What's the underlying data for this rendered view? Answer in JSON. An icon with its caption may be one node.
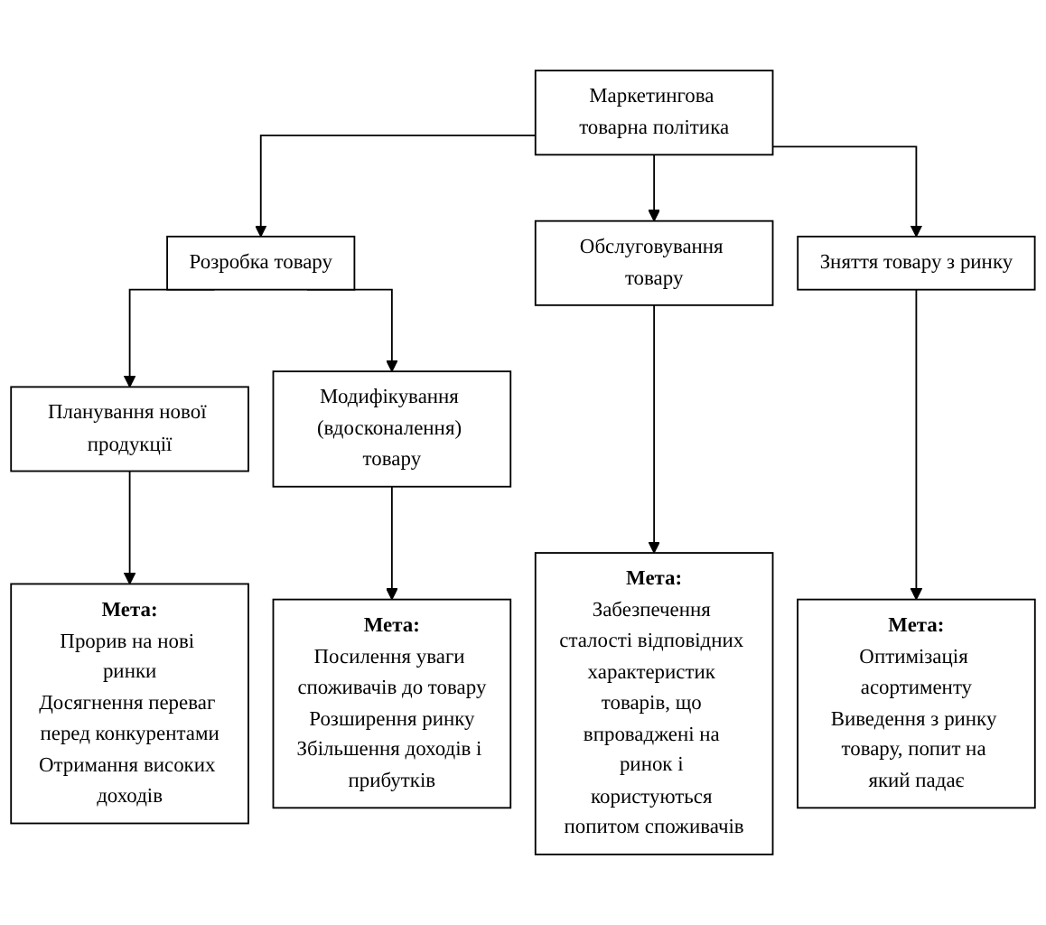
{
  "diagram": {
    "nodes": [
      {
        "text": [
          "Маркетингова товарна політика"
        ]
      },
      {
        "text": [
          "Розробка товару"
        ]
      },
      {
        "text": [
          "Обслуговування товару"
        ]
      },
      {
        "text": [
          "Зняття товару з ринку"
        ]
      },
      {
        "text": [
          "Планування нової продукції"
        ]
      },
      {
        "text": [
          "Модифікування (вдосконалення) товару"
        ]
      },
      {
        "text": [
          "Мета:",
          "Прорив на нові ринки",
          "Досягнення переваг перед конкурентами",
          "Отримання високих доходів"
        ]
      },
      {
        "text": [
          "Мета:",
          "Посилення уваги споживачів до товару",
          "Розширення ринку",
          "Збільшення доходів і прибутків"
        ]
      },
      {
        "text": [
          "Мета:",
          "Забезпечення сталості відповідних характеристик товарів, що впроваджені на ринок і користуються попитом споживачів"
        ]
      },
      {
        "text": [
          "Мета:",
          "Оптимізація асортименту",
          "Виведення з ринку товару, попит на який падає"
        ]
      }
    ],
    "edges": [
      {
        "from": 0,
        "to": 1,
        "arrow": "to"
      },
      {
        "from": 0,
        "to": 2,
        "arrow": "to"
      },
      {
        "from": 0,
        "to": 3,
        "arrow": "to"
      },
      {
        "from": 1,
        "to": 4,
        "arrow": "to"
      },
      {
        "from": 1,
        "to": 5,
        "arrow": "to"
      },
      {
        "from": 4,
        "to": 6,
        "arrow": "to"
      },
      {
        "from": 5,
        "to": 7,
        "arrow": "to"
      },
      {
        "from": 2,
        "to": 8,
        "arrow": "to"
      },
      {
        "from": 3,
        "to": 9,
        "arrow": "to"
      }
    ]
  }
}
